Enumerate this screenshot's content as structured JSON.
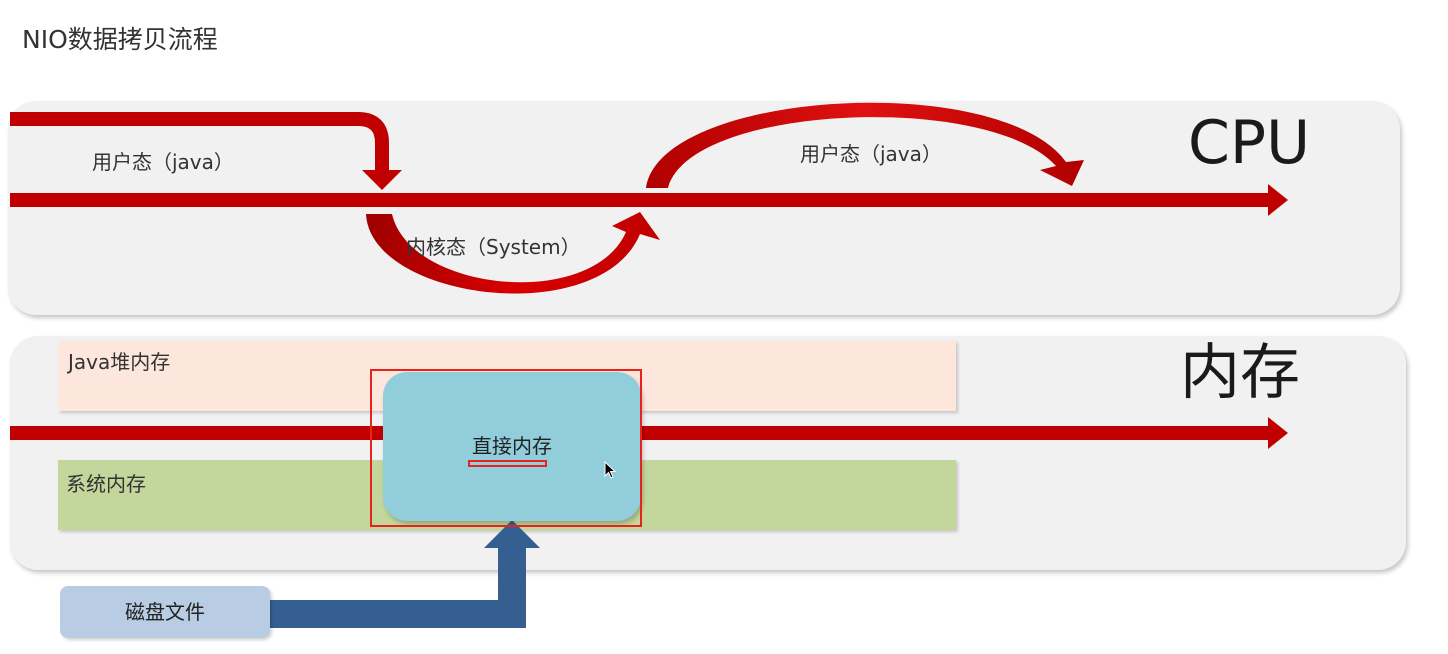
{
  "title": "NIO数据拷贝流程",
  "cpu": {
    "label": "CPU",
    "user_mode_left": "用户态（java）",
    "kernel_mode": "内核态（System）",
    "user_mode_right": "用户态（java）"
  },
  "memory": {
    "label": "内存",
    "java_heap": "Java堆内存",
    "system_memory": "系统内存",
    "direct_memory": "直接内存"
  },
  "disk": {
    "label": "磁盘文件"
  },
  "colors": {
    "arrow_red": "#c00000",
    "arrow_blue": "#365f91",
    "highlight_red": "#e8231f",
    "direct_memory_fill": "#92cddc",
    "system_memory_fill": "#c3d69b",
    "java_heap_fill": "#fde6dc",
    "disk_fill": "#b8cce4",
    "panel_fill": "#f1f1f1"
  }
}
